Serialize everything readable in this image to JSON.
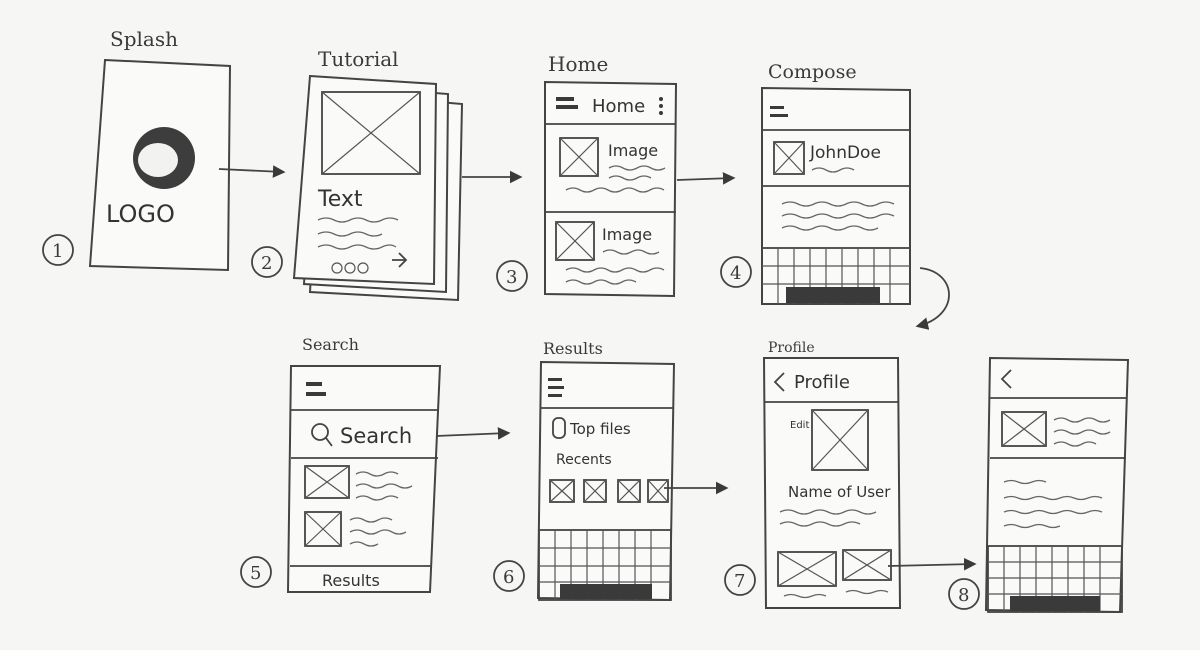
{
  "screens": [
    {
      "num": "1",
      "title": "Splash",
      "content": {
        "logo": "LOGO"
      }
    },
    {
      "num": "2",
      "title": "Tutorial",
      "content": {
        "text": "Text"
      }
    },
    {
      "num": "3",
      "title": "Home",
      "content": {
        "header": "Home",
        "item1": "Image",
        "item2": "Image"
      }
    },
    {
      "num": "4",
      "title": "Compose",
      "content": {
        "user": "JohnDoe"
      }
    },
    {
      "num": "5",
      "title": "Search",
      "content": {
        "search": "Search",
        "footer": "Results"
      }
    },
    {
      "num": "6",
      "title": "Results",
      "content": {
        "top": "Top files",
        "recent": "Recents"
      }
    },
    {
      "num": "7",
      "title": "Profile",
      "content": {
        "header": "Profile",
        "edit": "Edit",
        "name": "Name of User"
      }
    },
    {
      "num": "8",
      "title": "",
      "content": {}
    }
  ]
}
